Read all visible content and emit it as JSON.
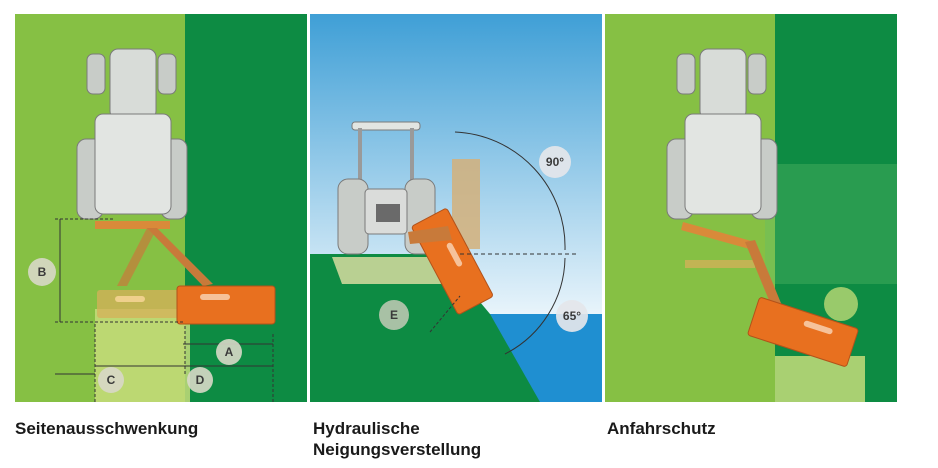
{
  "panels": [
    {
      "caption": "Seitenausschwenkung",
      "labels": {
        "a": "A",
        "b": "B",
        "c": "C",
        "d": "D"
      }
    },
    {
      "caption_lines": [
        "Hydraulische",
        "Neigungsverstellung"
      ],
      "labels": {
        "angle_up": "90°",
        "angle_down": "65°",
        "e": "E"
      }
    },
    {
      "caption": "Anfahrschutz"
    }
  ],
  "colors": {
    "light_green": "#86c044",
    "dark_green": "#0d8b43",
    "orange": "#e8701f",
    "tractor_grey": "#d8dcd8",
    "sky": "#3f9fd6",
    "water": "#1f8fd1"
  }
}
